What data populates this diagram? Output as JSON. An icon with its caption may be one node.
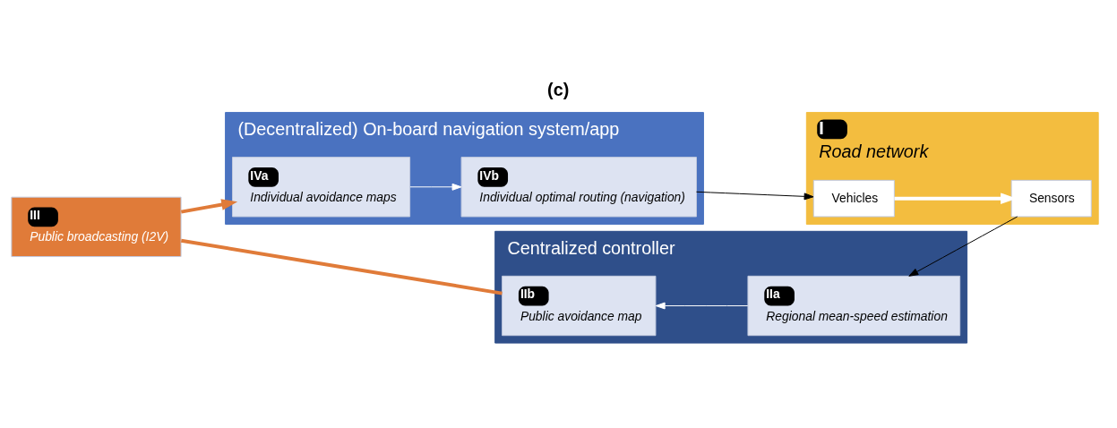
{
  "diagram": {
    "title": "(c)",
    "nodes": [
      {
        "text": [
          "(Decentralized) On-board navigation system/app"
        ]
      },
      {
        "text": [
          "IVa",
          "Individual avoidance maps"
        ],
        "in": 0
      },
      {
        "text": [
          "IVb",
          "Individual optimal routing (navigation)"
        ],
        "in": 0
      },
      {
        "text": [
          "Centralized controller"
        ]
      },
      {
        "text": [
          "IIb",
          "Public avoidance map"
        ],
        "in": 3
      },
      {
        "text": [
          "IIa",
          "Regional mean-speed estimation"
        ],
        "in": 3
      },
      {
        "text": [
          "I",
          "Road network"
        ]
      },
      {
        "text": [
          "Vehicles"
        ],
        "in": 6
      },
      {
        "text": [
          "Sensors"
        ],
        "in": 6
      },
      {
        "text": [
          "III",
          "Public broadcasting (I2V)"
        ]
      }
    ],
    "edges": [
      {
        "from": 1,
        "to": 2,
        "arrow": "to",
        "color": "#ffffff"
      },
      {
        "from": 2,
        "to": 7,
        "arrow": "to",
        "color": "#000000"
      },
      {
        "from": 7,
        "to": 8,
        "arrow": "to",
        "style": "thick",
        "color": "#ffffff"
      },
      {
        "from": 8,
        "to": 5,
        "arrow": "to",
        "color": "#000000"
      },
      {
        "from": 5,
        "to": 4,
        "arrow": "to",
        "color": "#ffffff"
      },
      {
        "from": 4,
        "to": 9,
        "arrow": "none",
        "style": "thick",
        "color": "#e07b39"
      },
      {
        "from": 9,
        "to": 1,
        "arrow": "to",
        "style": "thick",
        "color": "#e07b39"
      }
    ]
  }
}
